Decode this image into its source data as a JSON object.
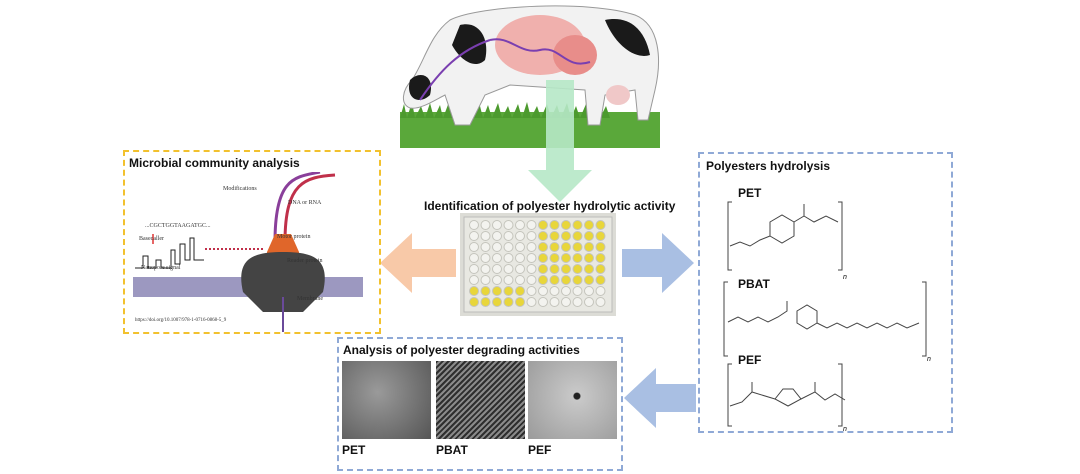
{
  "center": {
    "title": "Identification of polyester hydrolytic activity"
  },
  "microbial": {
    "title": "Microbial community analysis",
    "labels": {
      "modifications": "Modifications",
      "dna": "DNA or RNA",
      "sequence": "...CGCTGGTAAGATGC...",
      "basecaller": "Basecaller",
      "motor": "Motor protein",
      "reader": "Reader protein",
      "signal": "Nanopore signal",
      "membrane": "Membrane"
    },
    "doi": "https://doi.org/10.1007/978-1-0716-0868-5_9"
  },
  "hydrolysis": {
    "title": "Polyesters hydrolysis",
    "polymers": [
      "PET",
      "PBAT",
      "PEF"
    ],
    "subscript": "n"
  },
  "degrading": {
    "title": "Analysis of polyester degrading activities",
    "samples": [
      "PET",
      "PBAT",
      "PEF"
    ]
  },
  "colors": {
    "yellow_border": "#f2c12e",
    "blue_border": "#8fa9d6",
    "orange_arrow": "#f8c9a8",
    "blue_arrow": "#a9bfe3",
    "green_arrow": "#b6e8c6"
  }
}
